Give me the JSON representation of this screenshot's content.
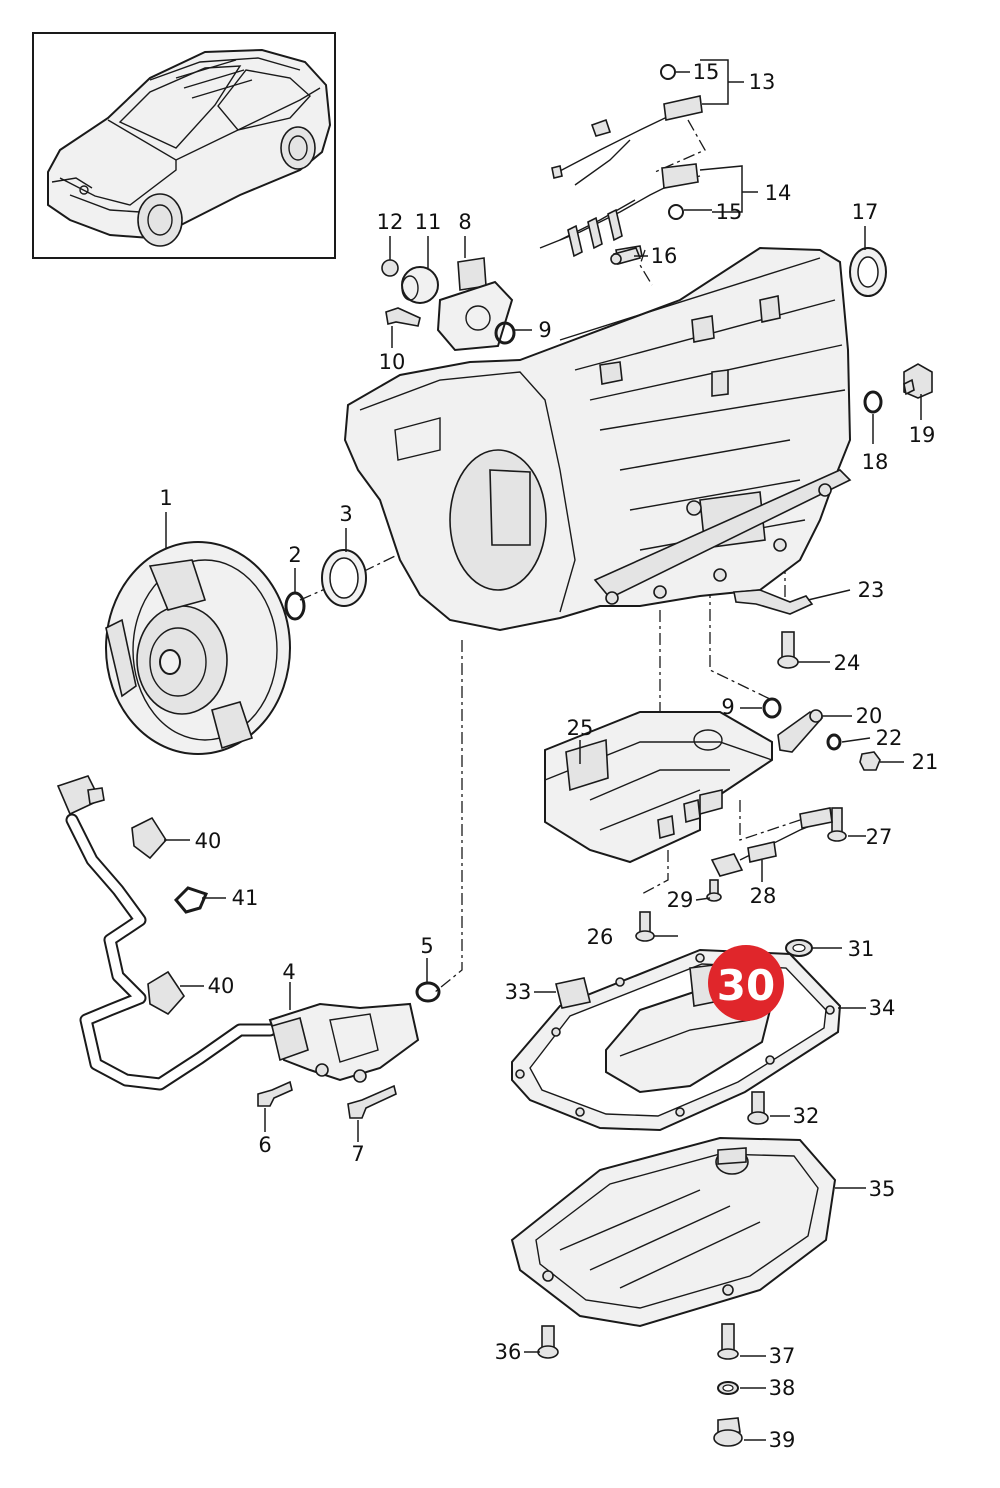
{
  "highlight": {
    "label": "30",
    "color": "#e0262b"
  },
  "callouts": [
    {
      "id": "c1",
      "label": "1"
    },
    {
      "id": "c2",
      "label": "2"
    },
    {
      "id": "c3",
      "label": "3"
    },
    {
      "id": "c4",
      "label": "4"
    },
    {
      "id": "c5",
      "label": "5"
    },
    {
      "id": "c6",
      "label": "6"
    },
    {
      "id": "c7",
      "label": "7"
    },
    {
      "id": "c8",
      "label": "8"
    },
    {
      "id": "c9a",
      "label": "9"
    },
    {
      "id": "c9b",
      "label": "9"
    },
    {
      "id": "c10",
      "label": "10"
    },
    {
      "id": "c11",
      "label": "11"
    },
    {
      "id": "c12",
      "label": "12"
    },
    {
      "id": "c13",
      "label": "13"
    },
    {
      "id": "c14",
      "label": "14"
    },
    {
      "id": "c15a",
      "label": "15"
    },
    {
      "id": "c15b",
      "label": "15"
    },
    {
      "id": "c16",
      "label": "16"
    },
    {
      "id": "c17",
      "label": "17"
    },
    {
      "id": "c18",
      "label": "18"
    },
    {
      "id": "c19",
      "label": "19"
    },
    {
      "id": "c20",
      "label": "20"
    },
    {
      "id": "c21",
      "label": "21"
    },
    {
      "id": "c22",
      "label": "22"
    },
    {
      "id": "c23",
      "label": "23"
    },
    {
      "id": "c24",
      "label": "24"
    },
    {
      "id": "c25",
      "label": "25"
    },
    {
      "id": "c26",
      "label": "26"
    },
    {
      "id": "c27",
      "label": "27"
    },
    {
      "id": "c28",
      "label": "28"
    },
    {
      "id": "c29",
      "label": "29"
    },
    {
      "id": "c31",
      "label": "31"
    },
    {
      "id": "c32",
      "label": "32"
    },
    {
      "id": "c33",
      "label": "33"
    },
    {
      "id": "c34",
      "label": "34"
    },
    {
      "id": "c35",
      "label": "35"
    },
    {
      "id": "c36",
      "label": "36"
    },
    {
      "id": "c37",
      "label": "37"
    },
    {
      "id": "c38",
      "label": "38"
    },
    {
      "id": "c39",
      "label": "39"
    },
    {
      "id": "c40a",
      "label": "40"
    },
    {
      "id": "c40b",
      "label": "40"
    },
    {
      "id": "c41",
      "label": "41"
    }
  ]
}
